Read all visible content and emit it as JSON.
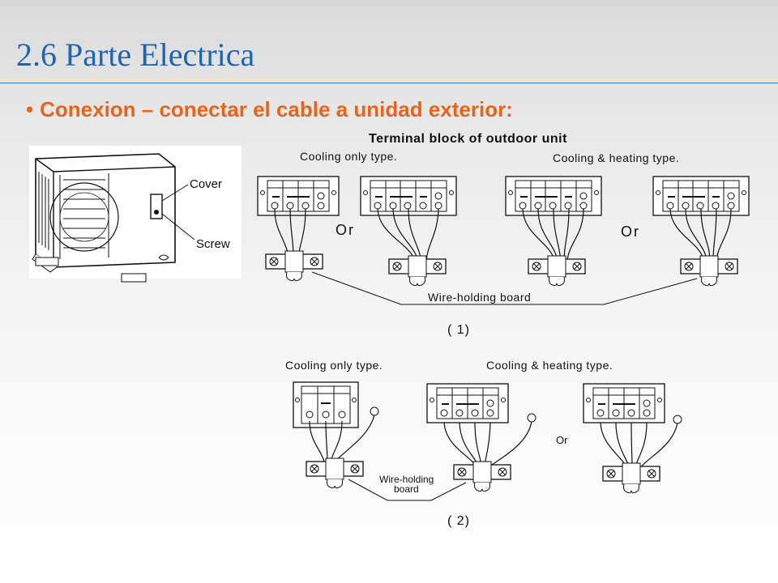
{
  "slide": {
    "title": "2.6 Parte Electrica",
    "bullet": "Conexion – conectar el cable a unidad exterior:"
  },
  "unit_figure": {
    "cover_label": "Cover",
    "screw_label": "Screw"
  },
  "diagram1": {
    "heading": "Terminal block of outdoor unit",
    "cooling_only": "Cooling only type.",
    "cooling_heating": "Cooling & heating type.",
    "or_left": "Or",
    "or_right": "Or",
    "wire_board": "Wire-holding board",
    "caption": "( 1)"
  },
  "diagram2": {
    "cooling_only": "Cooling only type.",
    "cooling_heating": "Cooling & heating type.",
    "or": "Or",
    "wire_board_line1": "Wire-holding",
    "wire_board_line2": "board",
    "caption": "( 2)"
  }
}
